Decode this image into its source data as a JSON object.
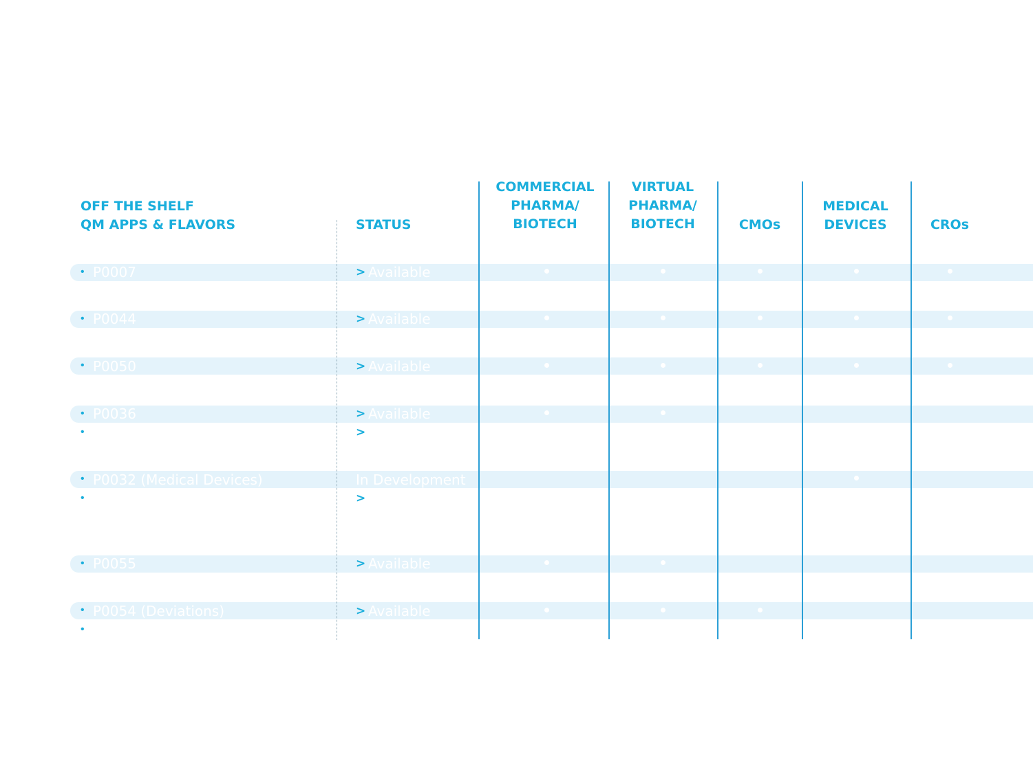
{
  "headers": {
    "apps": [
      "OFF THE SHELF",
      "QM APPS & FLAVORS"
    ],
    "status": "STATUS",
    "commercial": [
      "COMMERCIAL",
      "PHARMA/",
      "BIOTECH"
    ],
    "virtual": [
      "VIRTUAL",
      "PHARMA/",
      "BIOTECH"
    ],
    "cmos": "CMOs",
    "medical": [
      "MEDICAL",
      "DEVICES"
    ],
    "cros": "CROs"
  },
  "rows": [
    {
      "name": "P0007",
      "arrow": ">",
      "status": "Available",
      "marks": [
        true,
        true,
        true,
        true,
        true
      ]
    },
    {
      "name": "P0044",
      "arrow": ">",
      "status": "Available",
      "marks": [
        true,
        true,
        true,
        true,
        true
      ]
    },
    {
      "name": "P0050",
      "arrow": ">",
      "status": "Available",
      "marks": [
        true,
        true,
        true,
        true,
        true
      ]
    },
    {
      "name": "P0036",
      "arrow": ">",
      "status": "Available",
      "marks": [
        true,
        true,
        false,
        false,
        false
      ]
    },
    {
      "name": "P0032 (Medical Devices)",
      "arrow": "",
      "status": "In Development",
      "marks": [
        false,
        false,
        false,
        true,
        false
      ]
    },
    {
      "name": "P0055",
      "arrow": ">",
      "status": "Available",
      "marks": [
        true,
        true,
        false,
        false,
        false
      ]
    },
    {
      "name": "P0054 (Deviations)",
      "arrow": ">",
      "status": "Available",
      "marks": [
        true,
        true,
        true,
        false,
        false
      ]
    }
  ],
  "sub_bullets": [
    {
      "bullet": "•",
      "arrow": ">"
    },
    {
      "bullet": "•",
      "arrow": ">"
    },
    {
      "bullet": "•",
      "arrow": ""
    }
  ],
  "bullet_glyph": "•",
  "colors": {
    "accent": "#1aaedc",
    "band": "#e4f3fb",
    "divider": "#2b9fd6",
    "mark": "#ffffff"
  }
}
